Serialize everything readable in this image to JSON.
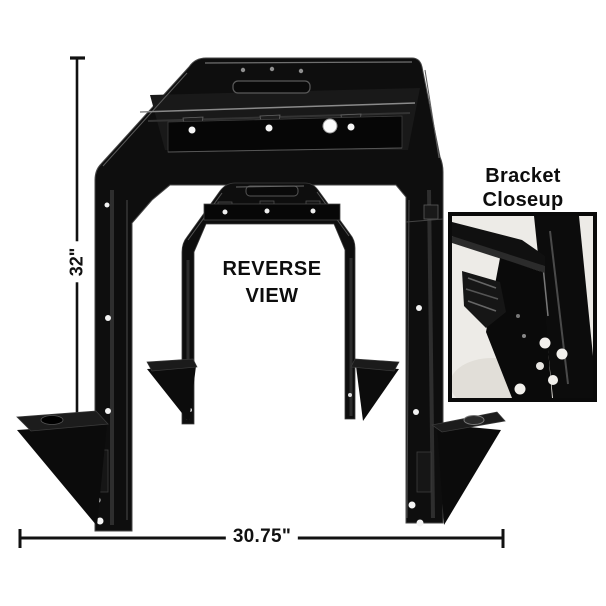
{
  "annotations": {
    "height_dimension": "32\"",
    "width_dimension": "30.75\"",
    "reverse_view": {
      "line1": "REVERSE",
      "line2": "VIEW"
    },
    "bracket_closeup": {
      "line1": "Bracket",
      "line2": "Closeup"
    }
  },
  "colors": {
    "background": "#ffffff",
    "part_black": "#0e0e0e",
    "annotation_text": "#111111",
    "dimension_line": "#111111",
    "inset_border": "#0a0a0a",
    "inset_background": "#edebe7"
  }
}
